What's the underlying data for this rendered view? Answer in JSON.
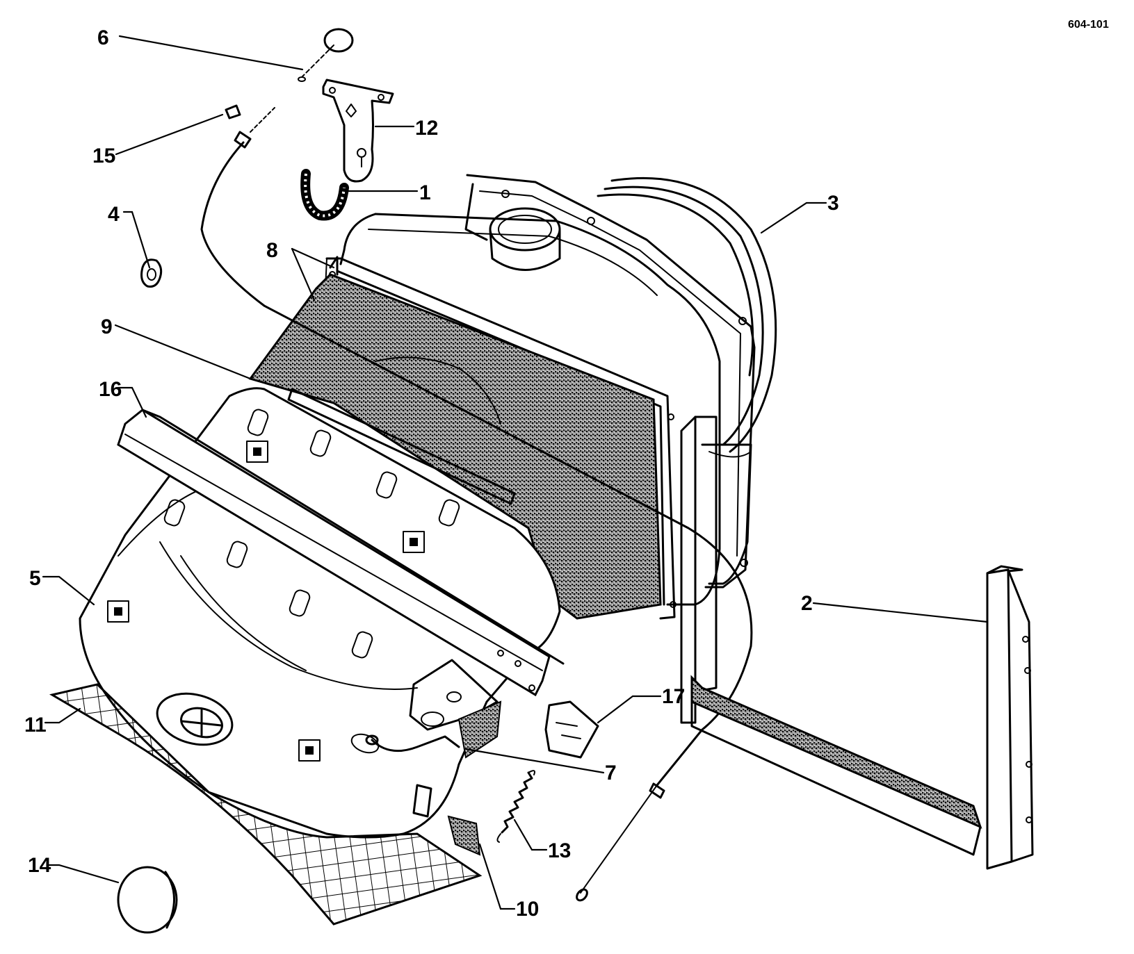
{
  "reference": "604-101",
  "callouts": {
    "c1": "1",
    "c2": "2",
    "c3": "3",
    "c4": "4",
    "c5": "5",
    "c6": "6",
    "c7": "7",
    "c8": "8",
    "c9": "9",
    "c10": "10",
    "c11": "11",
    "c12": "12",
    "c13": "13",
    "c14": "14",
    "c15": "15",
    "c16": "16",
    "c17": "17"
  },
  "colors": {
    "ink": "#000000",
    "paper": "#ffffff",
    "foam": "#555555"
  }
}
